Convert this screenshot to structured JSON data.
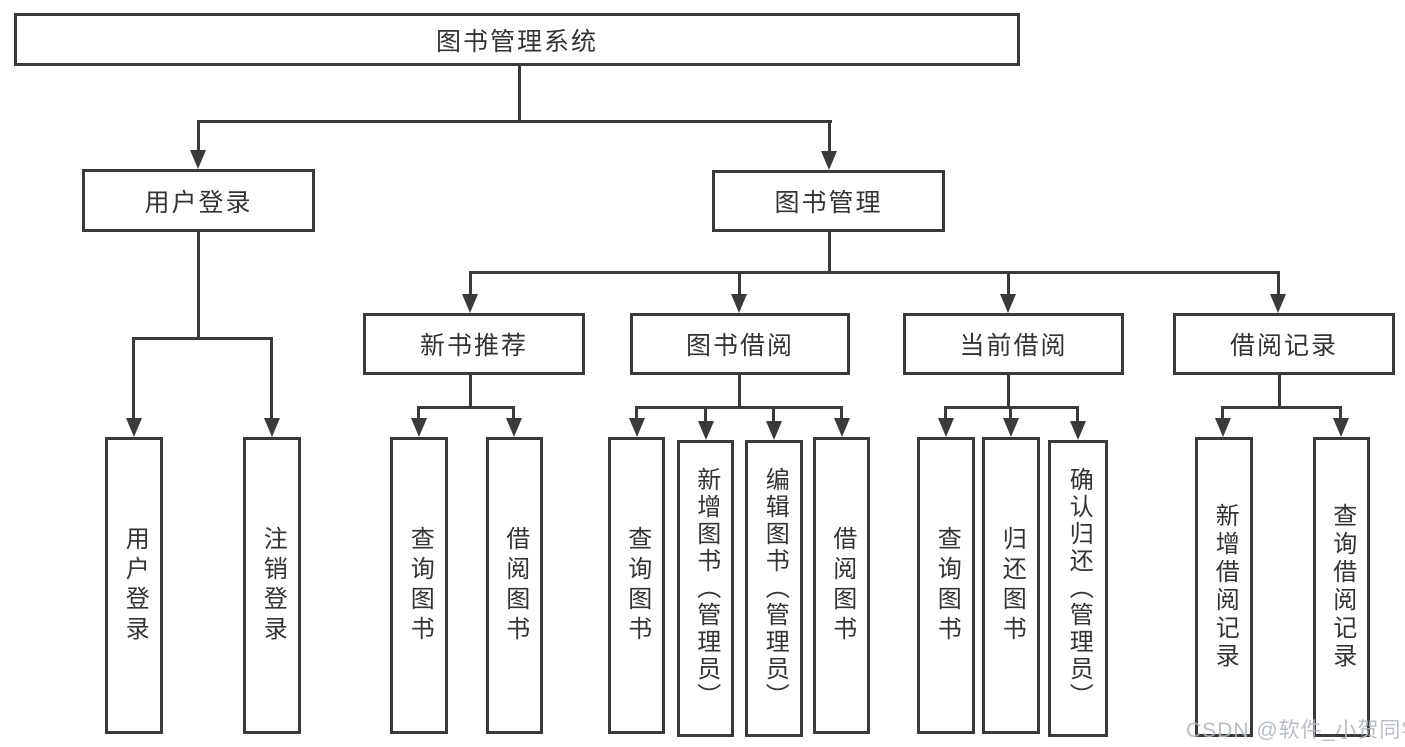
{
  "title": "图书管理系统",
  "watermark": "CSDN @软件_小贺同学",
  "colors": {
    "line": "#3a3a3a",
    "text": "#333333",
    "watermark": "#b3b9bf",
    "background": "#ffffff"
  },
  "nodes": {
    "root": "图书管理系统",
    "user_login": "用户登录",
    "book_management": "图书管理",
    "login": "用户登录",
    "logout": "注销登录",
    "new_book_recommend": "新书推荐",
    "book_borrow": "图书借阅",
    "current_borrow": "当前借阅",
    "borrow_record": "借阅记录",
    "nbr_query_book": "查询图书",
    "nbr_borrow_book": "借阅图书",
    "bb_query_book": "查询图书",
    "bb_add_book": "新增图书（管理员）",
    "bb_edit_book": "编辑图书（管理员）",
    "bb_borrow_book": "借阅图书",
    "cb_query_book": "查询图书",
    "cb_return_book": "归还图书",
    "cb_confirm_return": "确认归还（管理员）",
    "br_add_record": "新增借阅记录",
    "br_query_record": "查询借阅记录"
  }
}
